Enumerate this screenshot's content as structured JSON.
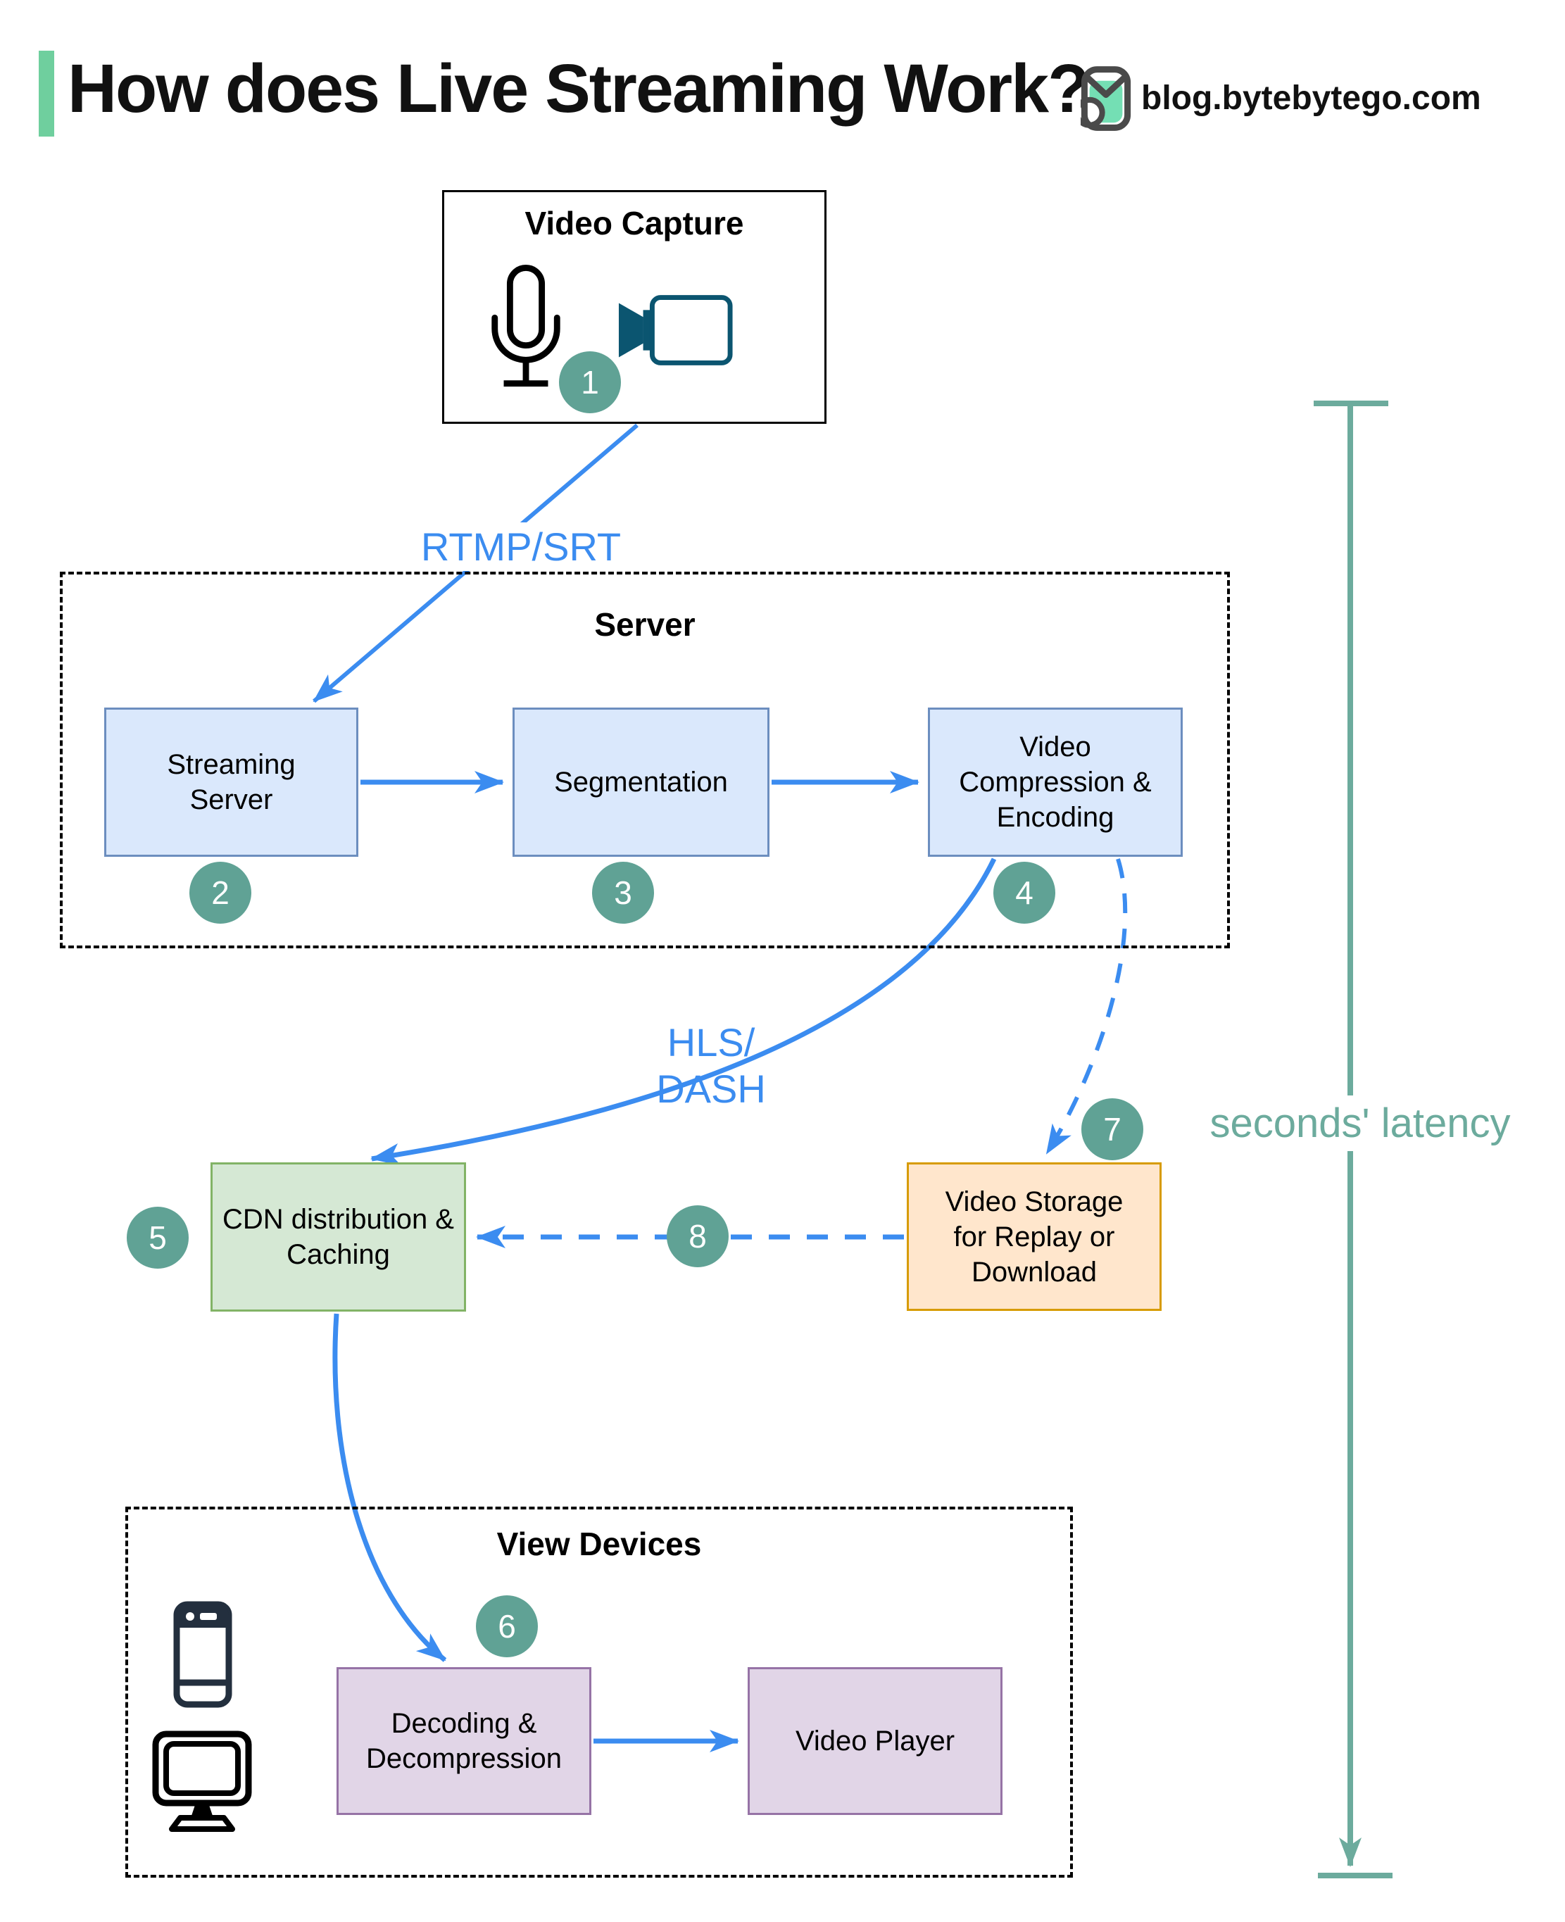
{
  "header": {
    "title": "How does Live Streaming Work?",
    "site": "blog.bytebytego.com",
    "logo_icon": "bytebytego-owl-icon"
  },
  "groups": {
    "server": {
      "label": "Server"
    },
    "view_devices": {
      "label": "View Devices"
    }
  },
  "nodes": {
    "video_capture": {
      "label": "Video Capture",
      "icons": [
        "microphone-icon",
        "video-camera-icon"
      ]
    },
    "streaming_server": {
      "label": "Streaming Server"
    },
    "segmentation": {
      "label": "Segmentation"
    },
    "video_compression": {
      "label": "Video Compression & Encoding"
    },
    "cdn": {
      "label": "CDN distribution & Caching"
    },
    "video_storage": {
      "label": "Video Storage for Replay or Download"
    },
    "decoding": {
      "label": "Decoding & Decompression"
    },
    "video_player": {
      "label": "Video Player"
    }
  },
  "edge_labels": {
    "rtmp": "RTMP/SRT",
    "hls_line1": "HLS/",
    "hls_line2": "DASH",
    "latency": "seconds' latency"
  },
  "steps": [
    "1",
    "2",
    "3",
    "4",
    "5",
    "6",
    "7",
    "8"
  ],
  "colors": {
    "accent_green": "#6FCF9E",
    "logo_mint": "#74DFB4",
    "step_circle_teal": "#60A295",
    "latency_teal": "#6CAB9D",
    "arrow_blue": "#3B8CF0",
    "blue_box_fill": "#DAE8FC",
    "blue_box_border": "#6C8EBF",
    "green_box_fill": "#D5E8D4",
    "green_box_border": "#82B366",
    "orange_box_fill": "#FFE6CC",
    "orange_box_border": "#D79B00",
    "purple_box_fill": "#E1D5E7",
    "purple_box_border": "#9673A6",
    "camera_icon_teal": "#0B5570",
    "phone_icon_navy": "#232F3E"
  }
}
